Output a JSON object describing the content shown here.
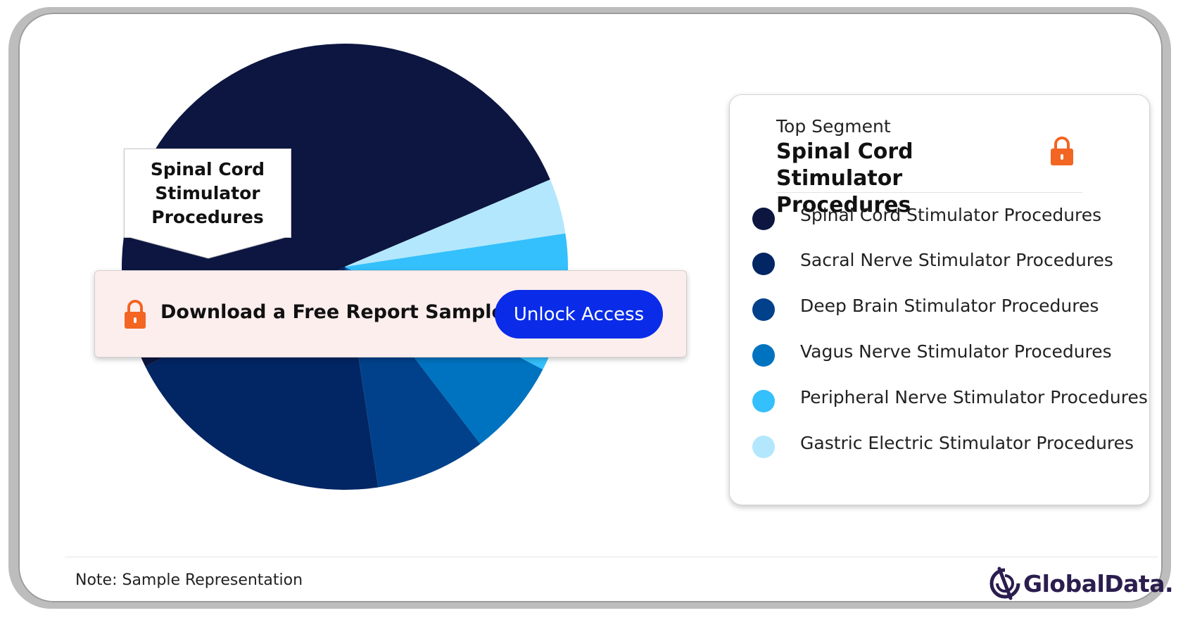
{
  "chart_data": {
    "type": "pie",
    "slices": [
      {
        "label": "Spinal Cord Stimulator Procedures",
        "value": 51,
        "color": "#0c1640"
      },
      {
        "label": "Sacral Nerve Stimulator Procedures",
        "value": 20,
        "color": "#022563"
      },
      {
        "label": "Deep Brain Stimulator Procedures",
        "value": 8,
        "color": "#01418b"
      },
      {
        "label": "Vagus Nerve Stimulator Procedures",
        "value": 7,
        "color": "#0073c0"
      },
      {
        "label": "Peripheral Nerve Stimulator Procedures",
        "value": 10,
        "color": "#34c0fc"
      },
      {
        "label": "Gastric Electric Stimulator Procedures",
        "value": 4,
        "color": "#b3e7fd"
      }
    ],
    "start_angle_deg": 23,
    "direction": "counterclockwise"
  },
  "callout": {
    "lines": [
      "Spinal Cord",
      "Stimulator",
      "Procedures"
    ]
  },
  "banner": {
    "text": "Download a Free Report Sample",
    "button": "Unlock Access",
    "button_color": "#0a2ce8",
    "lock_color": "#f26522"
  },
  "legend": {
    "top_label": "Top Segment",
    "top_value": "Spinal Cord Stimulator Procedures",
    "items": [
      {
        "label": "Spinal Cord Stimulator Procedures",
        "color": "#0c1640"
      },
      {
        "label": "Sacral Nerve Stimulator Procedures",
        "color": "#022563"
      },
      {
        "label": "Deep Brain Stimulator Procedures",
        "color": "#01418b"
      },
      {
        "label": "Vagus Nerve Stimulator Procedures",
        "color": "#0073c0"
      },
      {
        "label": "Peripheral Nerve Stimulator Procedures",
        "color": "#34c0fc"
      },
      {
        "label": "Gastric Electric Stimulator Procedures",
        "color": "#b3e7fd"
      }
    ]
  },
  "footer": {
    "note": "Note: Sample Representation",
    "brand": "GlobalData."
  }
}
